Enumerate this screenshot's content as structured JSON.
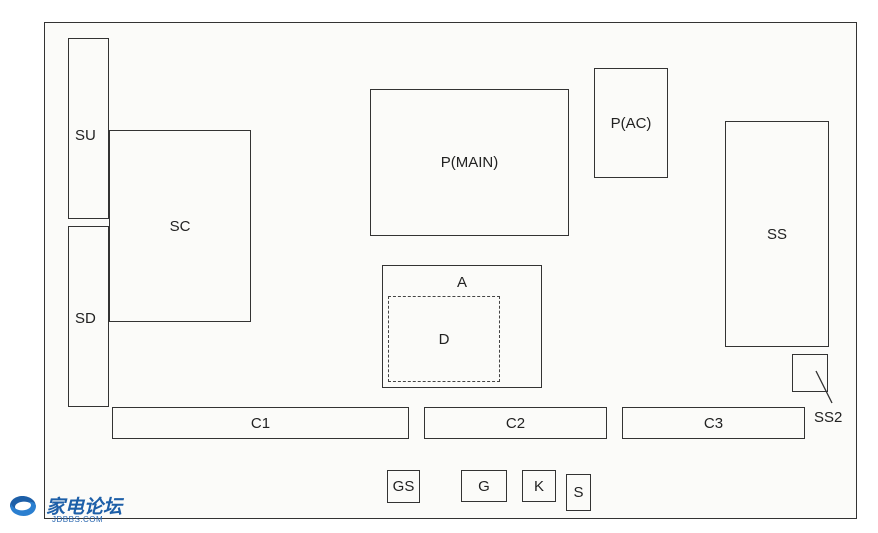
{
  "diagram": {
    "components": {
      "su": "SU",
      "sd": "SD",
      "sc": "SC",
      "p_main": "P(MAIN)",
      "p_ac": "P(AC)",
      "ss": "SS",
      "ss2": "SS2",
      "a": "A",
      "d": "D",
      "c1": "C1",
      "c2": "C2",
      "c3": "C3",
      "gs": "GS",
      "g": "G",
      "k": "K",
      "s": "S"
    }
  },
  "watermark": {
    "title": "家电论坛",
    "subtitle": "JDBBS.COM"
  },
  "colors": {
    "line": "#333333",
    "logo": "#1d5fa8"
  }
}
